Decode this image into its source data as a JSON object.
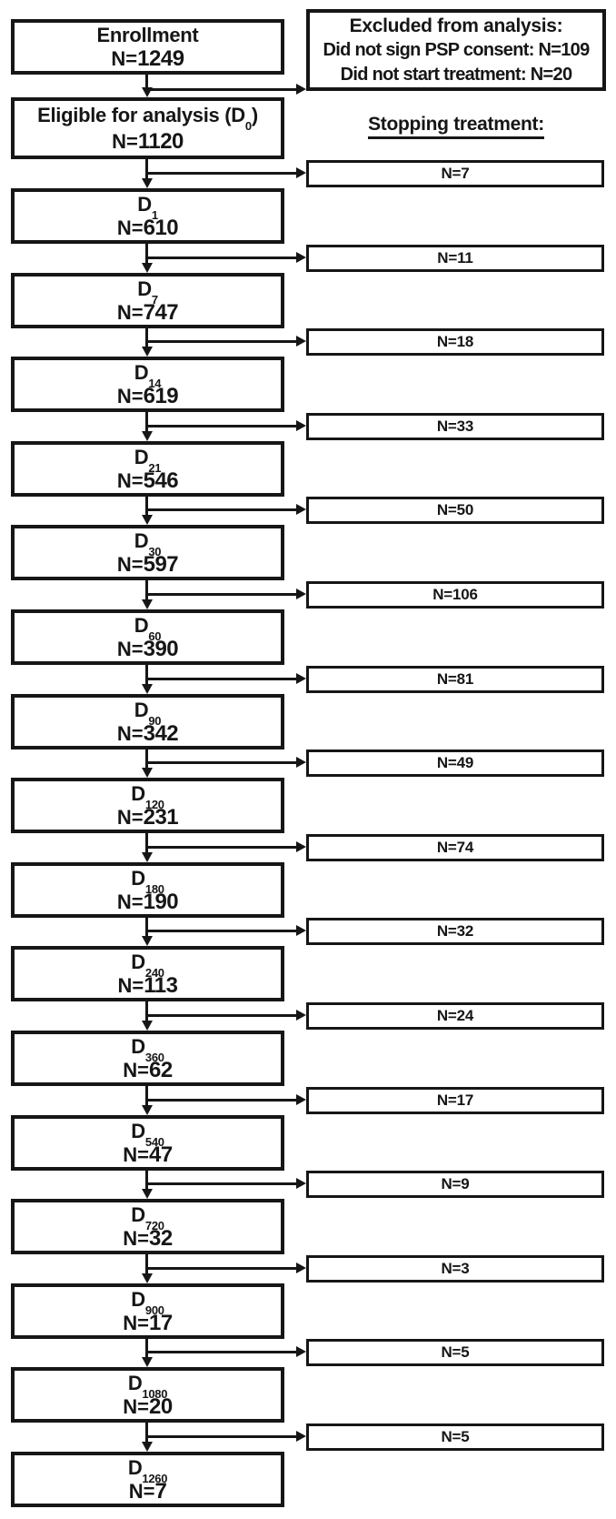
{
  "flow": {
    "colors": {
      "ink": "#161616",
      "background": "#ffffff"
    },
    "n_prefix": "N=",
    "day_prefix": "D",
    "enrollment": {
      "title": "Enrollment",
      "n": "1249"
    },
    "excluded": {
      "heading": "Excluded from analysis:",
      "line1": "Did not sign PSP consent: N=109",
      "line2": "Did not start treatment: N=20"
    },
    "eligible": {
      "title_pre": "Eligible for analysis (D",
      "title_sub": "0",
      "title_post": ")",
      "n": "1120"
    },
    "stopping_heading": "Stopping treatment:",
    "rows": [
      {
        "day_sub": "1",
        "n": "610",
        "stopped": "N=7"
      },
      {
        "day_sub": "7",
        "n": "747",
        "stopped": "N=11"
      },
      {
        "day_sub": "14",
        "n": "619",
        "stopped": "N=18"
      },
      {
        "day_sub": "21",
        "n": "546",
        "stopped": "N=33"
      },
      {
        "day_sub": "30",
        "n": "597",
        "stopped": "N=50"
      },
      {
        "day_sub": "60",
        "n": "390",
        "stopped": "N=106"
      },
      {
        "day_sub": "90",
        "n": "342",
        "stopped": "N=81"
      },
      {
        "day_sub": "120",
        "n": "231",
        "stopped": "N=49"
      },
      {
        "day_sub": "180",
        "n": "190",
        "stopped": "N=74"
      },
      {
        "day_sub": "240",
        "n": "113",
        "stopped": "N=32"
      },
      {
        "day_sub": "360",
        "n": "62",
        "stopped": "N=24"
      },
      {
        "day_sub": "540",
        "n": "47",
        "stopped": "N=17"
      },
      {
        "day_sub": "720",
        "n": "32",
        "stopped": "N=9"
      },
      {
        "day_sub": "900",
        "n": "17",
        "stopped": "N=3"
      },
      {
        "day_sub": "1080",
        "n": "20",
        "stopped": "N=5"
      },
      {
        "day_sub": "1260",
        "n": "7",
        "stopped": "N=5"
      }
    ]
  }
}
